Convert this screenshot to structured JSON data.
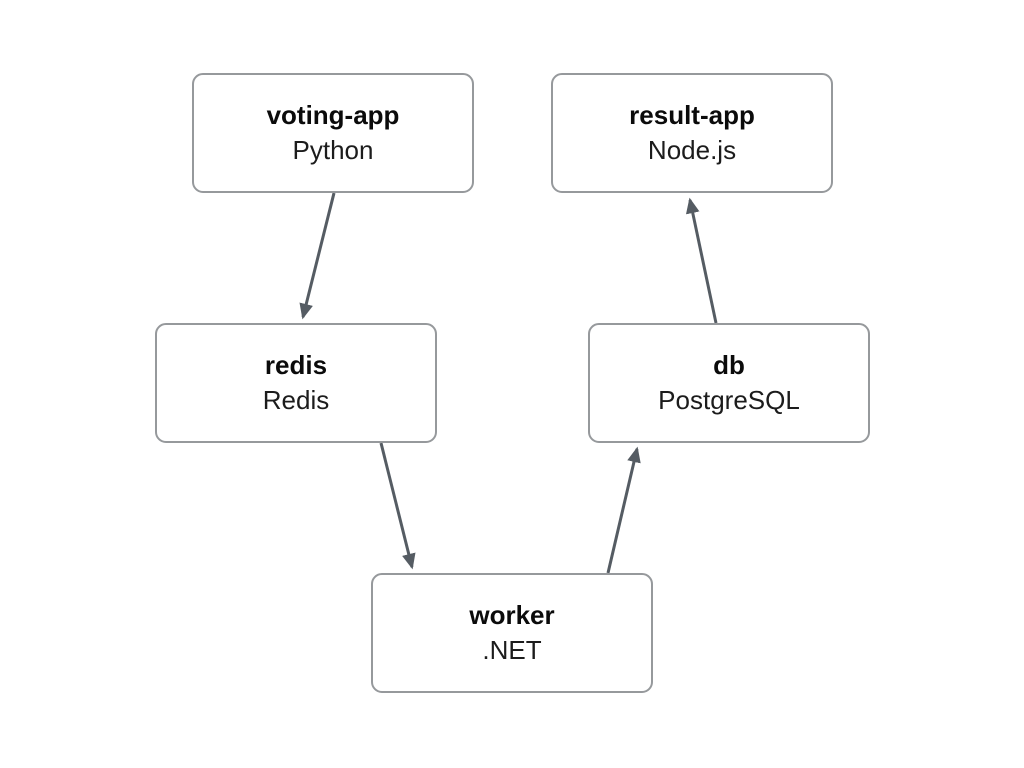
{
  "diagram": {
    "type": "architecture-flow",
    "background_color": "#ffffff",
    "node_border_color": "#96999c",
    "node_fill_color": "#ffffff",
    "arrow_color": "#555c63",
    "nodes": [
      {
        "id": "voting-app",
        "label": "voting-app",
        "sublabel": "Python"
      },
      {
        "id": "result-app",
        "label": "result-app",
        "sublabel": "Node.js"
      },
      {
        "id": "redis",
        "label": "redis",
        "sublabel": "Redis"
      },
      {
        "id": "db",
        "label": "db",
        "sublabel": "PostgreSQL"
      },
      {
        "id": "worker",
        "label": "worker",
        "sublabel": ".NET"
      }
    ],
    "edges": [
      {
        "from": "voting-app",
        "to": "redis"
      },
      {
        "from": "redis",
        "to": "worker"
      },
      {
        "from": "worker",
        "to": "db"
      },
      {
        "from": "db",
        "to": "result-app"
      }
    ]
  }
}
